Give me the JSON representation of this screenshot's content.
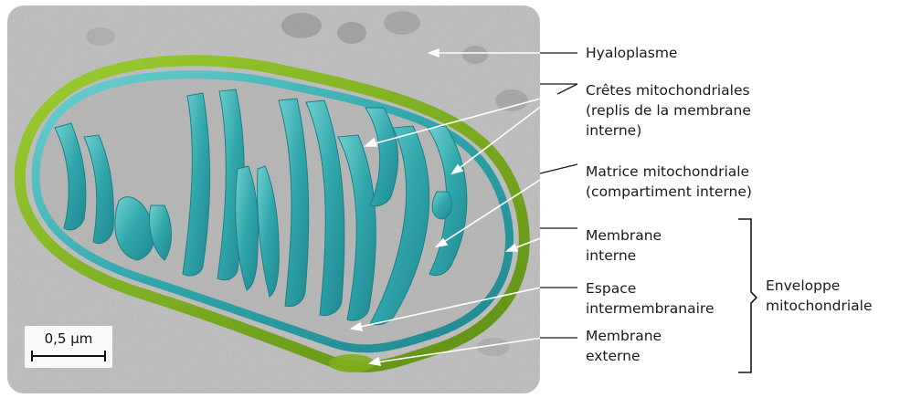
{
  "scale_bar": "0,5 µm",
  "labels": {
    "hyaloplasme": [
      "Hyaloplasme"
    ],
    "cretes": [
      "Crêtes mitochondriales",
      "(replis de la membrane",
      "interne)"
    ],
    "matrice": [
      "Matrice mitochondriale",
      "(compartiment interne)"
    ],
    "membrane_interne": [
      "Membrane",
      "interne"
    ],
    "espace": [
      "Espace",
      "intermembranaire"
    ],
    "membrane_externe": [
      "Membrane",
      "externe"
    ],
    "enveloppe": [
      "Enveloppe",
      "mitochondriale"
    ]
  },
  "colors": {
    "background_micrograph": "#b9b9b9",
    "outer_membrane": "#7fae1e",
    "inner_membrane": "#3fb3b6",
    "leader_line": "#ffffff"
  }
}
